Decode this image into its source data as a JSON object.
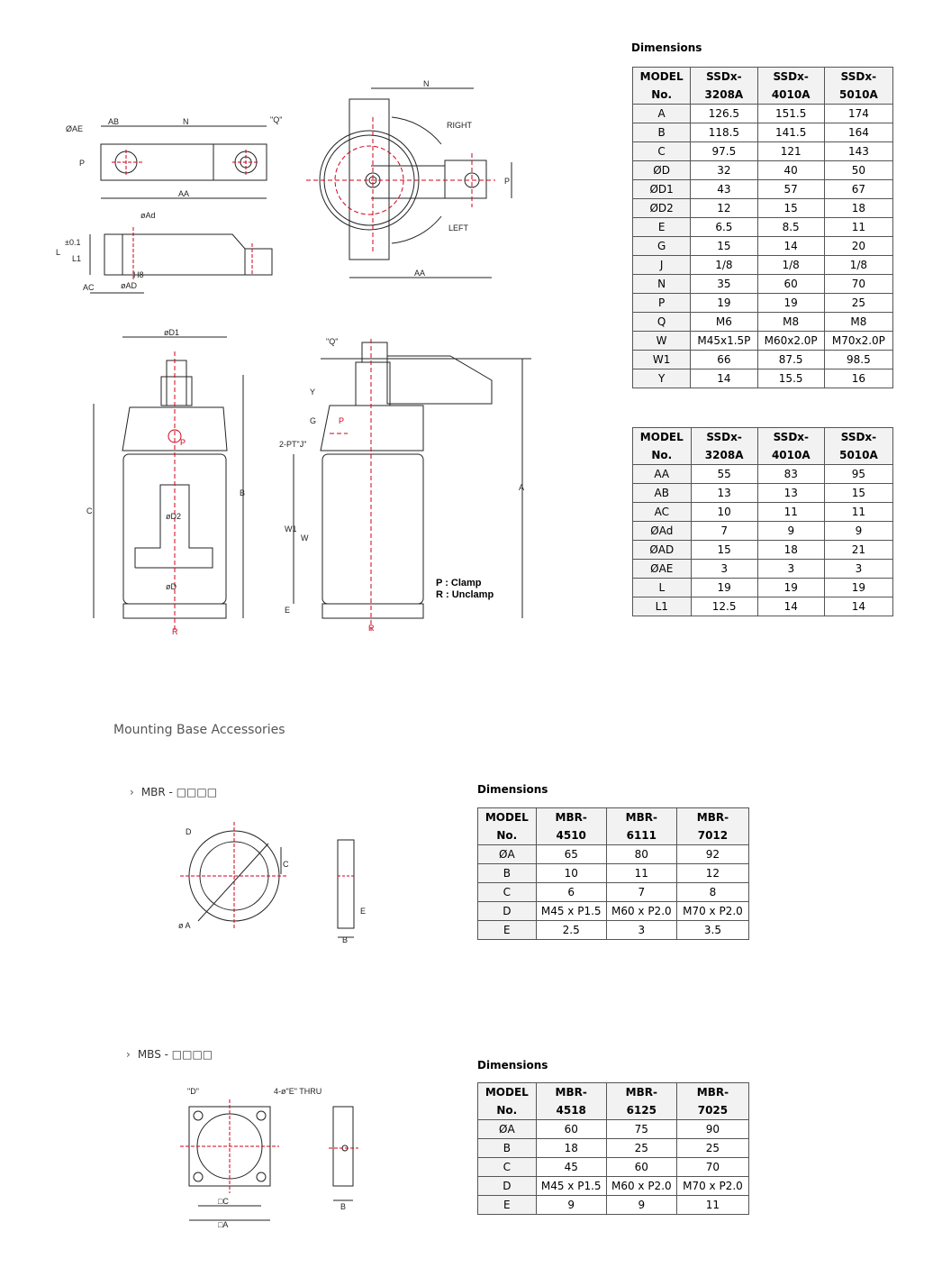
{
  "ssd": {
    "title": "Dimensions",
    "header": [
      "MODEL\nNo.",
      "SSDx-\n3208A",
      "SSDx-\n4010A",
      "SSDx-\n5010A"
    ],
    "table1": [
      [
        "A",
        "126.5",
        "151.5",
        "174"
      ],
      [
        "B",
        "118.5",
        "141.5",
        "164"
      ],
      [
        "C",
        "97.5",
        "121",
        "143"
      ],
      [
        "ØD",
        "32",
        "40",
        "50"
      ],
      [
        "ØD1",
        "43",
        "57",
        "67"
      ],
      [
        "ØD2",
        "12",
        "15",
        "18"
      ],
      [
        "E",
        "6.5",
        "8.5",
        "11"
      ],
      [
        "G",
        "15",
        "14",
        "20"
      ],
      [
        "J",
        "1/8",
        "1/8",
        "1/8"
      ],
      [
        "N",
        "35",
        "60",
        "70"
      ],
      [
        "P",
        "19",
        "19",
        "25"
      ],
      [
        "Q",
        "M6",
        "M8",
        "M8"
      ],
      [
        "W",
        "M45x1.5P",
        "M60x2.0P",
        "M70x2.0P"
      ],
      [
        "W1",
        "66",
        "87.5",
        "98.5"
      ],
      [
        "Y",
        "14",
        "15.5",
        "16"
      ]
    ],
    "table2": [
      [
        "AA",
        "55",
        "83",
        "95"
      ],
      [
        "AB",
        "13",
        "13",
        "15"
      ],
      [
        "AC",
        "10",
        "11",
        "11"
      ],
      [
        "ØAd",
        "7",
        "9",
        "9"
      ],
      [
        "ØAD",
        "15",
        "18",
        "21"
      ],
      [
        "ØAE",
        "3",
        "3",
        "3"
      ],
      [
        "L",
        "19",
        "19",
        "19"
      ],
      [
        "L1",
        "12.5",
        "14",
        "14"
      ]
    ]
  },
  "drawing_labels": {
    "ae": "ØAE",
    "ab": "AB",
    "n": "N",
    "q": "\"Q\"",
    "p": "P",
    "aa": "AA",
    "ad_small": "øAd",
    "l": "L",
    "l1": "L1",
    "tol": "±0.1",
    "ac": "AC",
    "h8": "H8",
    "ad_big": "øAD",
    "right": "RIGHT",
    "left": "LEFT",
    "d1": "øD1",
    "d2": "øD2",
    "d": "øD",
    "c": "C",
    "b": "B",
    "a": "A",
    "y": "Y",
    "g": "G",
    "pt": "2-PT\"J\"",
    "w": "W",
    "w1": "W1",
    "e": "E",
    "r": "R",
    "clamp": "P : Clamp",
    "unclamp": "R : Unclamp"
  },
  "accessories": {
    "section_title": "Mounting Base Accessories",
    "mbr": {
      "label": "MBR - □□□□",
      "title": "Dimensions",
      "header": [
        "MODEL\nNo.",
        "MBR-\n4510",
        "MBR-\n6111",
        "MBR-\n7012"
      ],
      "rows": [
        [
          "ØA",
          "65",
          "80",
          "92"
        ],
        [
          "B",
          "10",
          "11",
          "12"
        ],
        [
          "C",
          "6",
          "7",
          "8"
        ],
        [
          "D",
          "M45 x P1.5",
          "M60 x P2.0",
          "M70 x P2.0"
        ],
        [
          "E",
          "2.5",
          "3",
          "3.5"
        ]
      ],
      "draw": {
        "d": "D",
        "c": "C",
        "a": "ø A",
        "e": "E",
        "b": "B"
      }
    },
    "mbs": {
      "label": "MBS - □□□□",
      "title": "Dimensions",
      "header": [
        "MODEL\nNo.",
        "MBR-\n4518",
        "MBR-\n6125",
        "MBR-\n7025"
      ],
      "rows": [
        [
          "ØA",
          "60",
          "75",
          "90"
        ],
        [
          "B",
          "18",
          "25",
          "25"
        ],
        [
          "C",
          "45",
          "60",
          "70"
        ],
        [
          "D",
          "M45 x P1.5",
          "M60 x P2.0",
          "M70 x P2.0"
        ],
        [
          "E",
          "9",
          "9",
          "11"
        ]
      ],
      "draw": {
        "d": "\"D\"",
        "thru": "4-ø\"E\" THRU",
        "c": "□C",
        "a": "□A",
        "b": "B"
      }
    }
  },
  "colors": {
    "accent_red": "#d0021b",
    "line": "#222222"
  }
}
